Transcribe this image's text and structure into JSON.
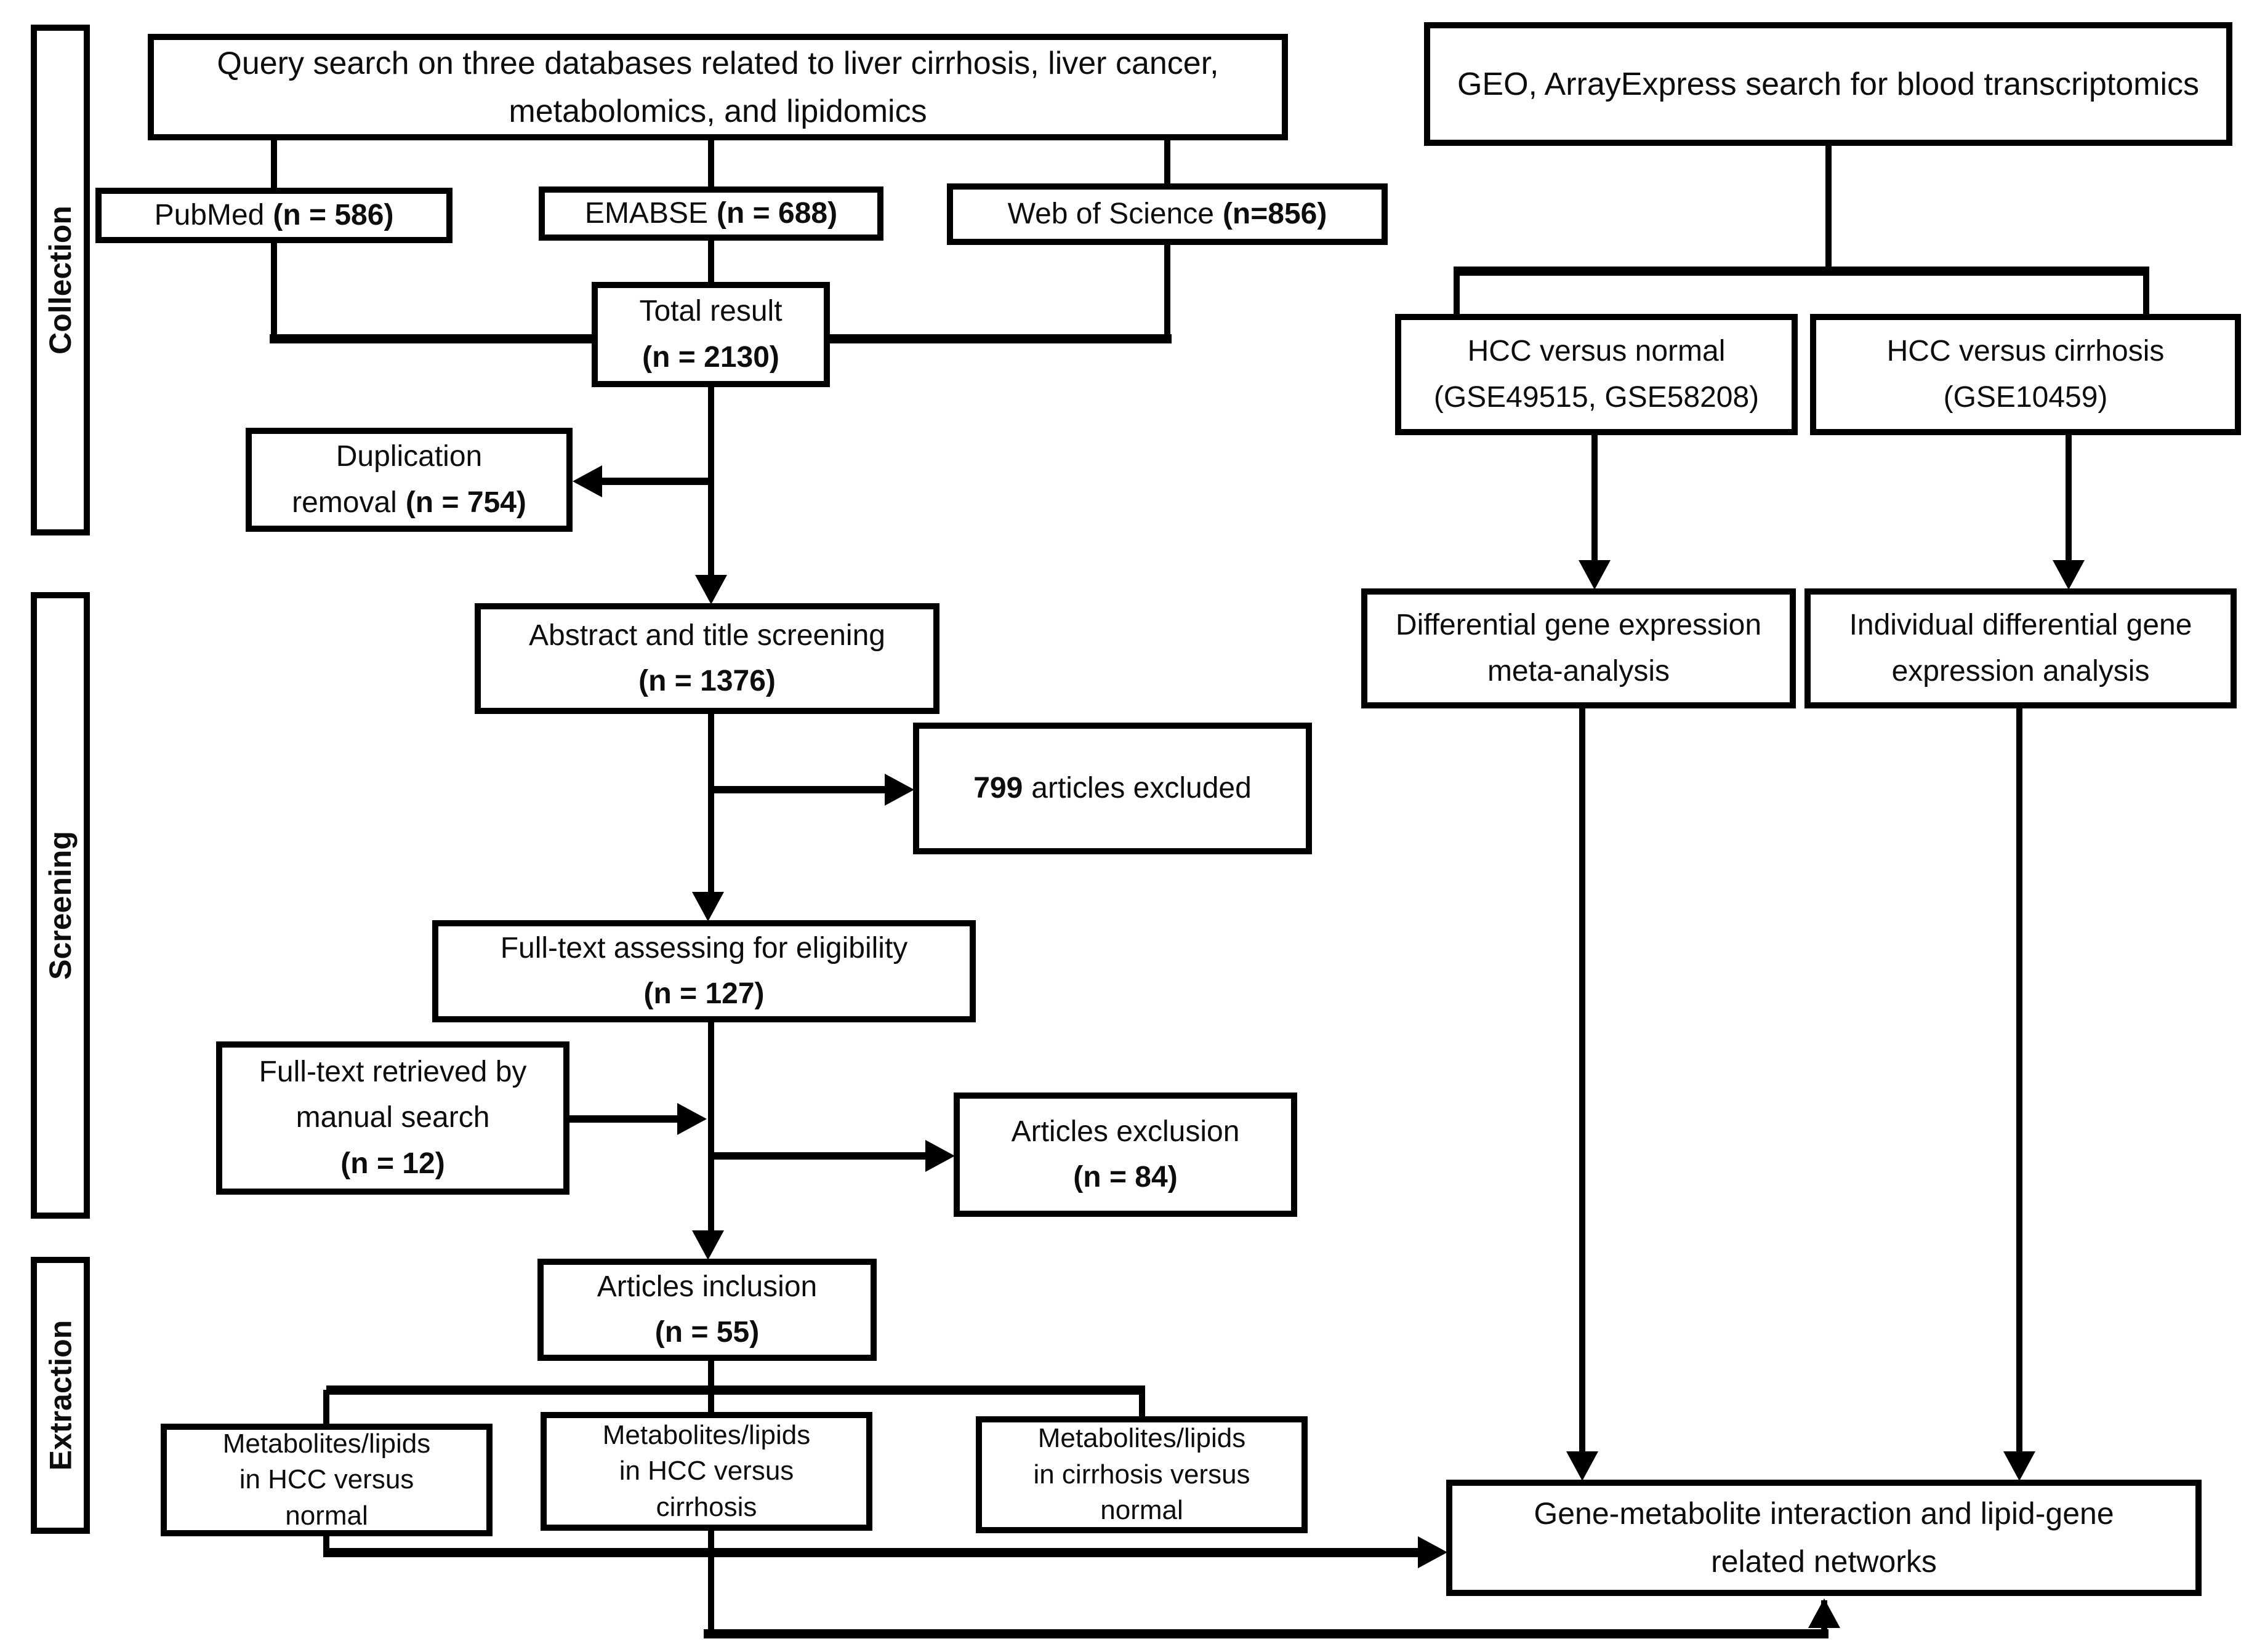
{
  "figure": {
    "background": "#ffffff",
    "line_color": "#000000",
    "sections": {
      "collection": "Collection",
      "screening": "Screening",
      "extraction": "Extraction"
    },
    "literature": {
      "query_title": "Query search on three databases related to liver cirrhosis, liver cancer, metabolomics, and lipidomics",
      "pubmed": {
        "name": "PubMed",
        "count": "(n = 586)"
      },
      "embase": {
        "name": "EMABSE",
        "count": "(n = 688)"
      },
      "web_of_science": {
        "name": "Web of Science",
        "count": "(n=856)"
      },
      "total_result": {
        "label": "Total result",
        "count": "(n = 2130)"
      },
      "duplication_removal": {
        "line1": "Duplication",
        "line2_label": "removal",
        "count": "(n = 754)"
      },
      "abstract_title_screening": {
        "label": "Abstract and title screening",
        "count": "(n = 1376)"
      },
      "articles_excluded": {
        "count": "799",
        "label": "articles excluded"
      },
      "fulltext_assessing": {
        "label": "Full-text assessing for eligibility",
        "count": "(n = 127)"
      },
      "fulltext_manual": {
        "line1": "Full-text retrieved by",
        "line2": "manual search",
        "count": "(n = 12)"
      },
      "articles_exclusion": {
        "label": "Articles exclusion",
        "count": "(n = 84)"
      },
      "articles_inclusion": {
        "label": "Articles inclusion",
        "count": "(n = 55)"
      },
      "metabolites_hcc_vs_normal": {
        "line1": "Metabolites/lipids",
        "line2": "in HCC versus",
        "line3": "normal"
      },
      "metabolites_hcc_vs_cirrhosis": {
        "line1": "Metabolites/lipids",
        "line2": "in HCC versus",
        "line3": "cirrhosis"
      },
      "metabolites_cirrhosis_vs_normal": {
        "line1": "Metabolites/lipids",
        "line2": "in cirrhosis versus",
        "line3": "normal"
      }
    },
    "transcriptomics": {
      "geo_title": "GEO, ArrayExpress search for blood transcriptomics",
      "hcc_vs_normal": {
        "line1": "HCC versus normal",
        "line2": "(GSE49515, GSE58208)"
      },
      "hcc_vs_cirrhosis": {
        "line1": "HCC versus cirrhosis",
        "line2": "(GSE10459)"
      },
      "meta_analysis": {
        "line1": "Differential gene expression",
        "line2": "meta-analysis"
      },
      "individual_analysis": {
        "line1": "Individual differential gene",
        "line2": "expression analysis"
      },
      "network": {
        "line1": "Gene-metabolite interaction and lipid-gene",
        "line2": "related networks"
      }
    }
  }
}
